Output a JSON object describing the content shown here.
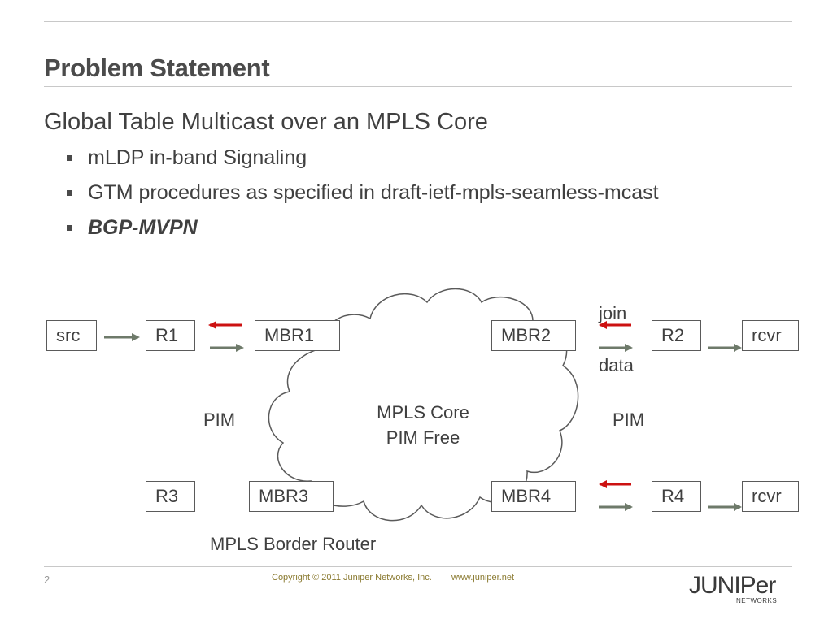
{
  "slide": {
    "title": "Problem Statement",
    "heading": "Global Table Multicast over an MPLS Core",
    "bullets": [
      "mLDP in-band Signaling",
      "GTM procedures as specified in draft-ietf-mpls-seamless-mcast",
      "BGP-MVPN"
    ],
    "page_number": "2",
    "copyright": "Copyright © 2011 Juniper Networks, Inc.",
    "website": "www.juniper.net"
  },
  "diagram": {
    "nodes": {
      "src": "src",
      "r1": "R1",
      "mbr1": "MBR1",
      "mbr2": "MBR2",
      "r2": "R2",
      "rcvr_top": "rcvr",
      "r3": "R3",
      "mbr3": "MBR3",
      "mbr4": "MBR4",
      "r4": "R4",
      "rcvr_bottom": "rcvr"
    },
    "cloud_line1": "MPLS Core",
    "cloud_line2": "PIM Free",
    "pim_left": "PIM",
    "pim_right": "PIM",
    "join_label": "join",
    "data_label": "data",
    "border_router_label": "MPLS Border Router",
    "colors": {
      "join_arrow": "#cc1111",
      "data_arrow": "#6e7a6a"
    }
  },
  "logo": {
    "wordmark": "JUNIPer",
    "sub": "NETWORKS"
  }
}
